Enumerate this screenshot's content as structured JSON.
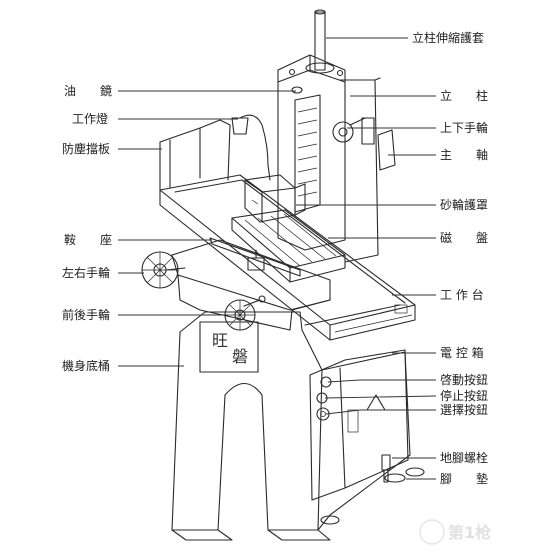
{
  "labels_right": [
    {
      "id": "column-bellows-cover",
      "text": "立柱伸縮護套"
    },
    {
      "id": "column",
      "text": "立　　柱"
    },
    {
      "id": "updown-handwheel",
      "text": "上下手輪"
    },
    {
      "id": "spindle",
      "text": "主　　軸"
    },
    {
      "id": "wheel-guard",
      "text": "砂輪護罩"
    },
    {
      "id": "magnetic-chuck",
      "text": "磁　　盤"
    },
    {
      "id": "worktable",
      "text": "工 作 台"
    },
    {
      "id": "electric-box",
      "text": "電 控 箱"
    },
    {
      "id": "start-button",
      "text": "啓動按鈕"
    },
    {
      "id": "stop-button",
      "text": "停止按鈕"
    },
    {
      "id": "select-button",
      "text": "選擇按鈕"
    },
    {
      "id": "anchor-bolt",
      "text": "地腳螺栓"
    },
    {
      "id": "foot-pad",
      "text": "腳　　墊"
    }
  ],
  "labels_left": [
    {
      "id": "oil-gauge",
      "text": "油　　鏡"
    },
    {
      "id": "work-lamp",
      "text": "工作燈"
    },
    {
      "id": "splash-guard",
      "text": "防塵擋板"
    },
    {
      "id": "saddle",
      "text": "鞍　　座"
    },
    {
      "id": "leftright-handwheel",
      "text": "左右手輪"
    },
    {
      "id": "frontback-handwheel",
      "text": "前後手輪"
    },
    {
      "id": "base",
      "text": "機身底桶"
    }
  ],
  "machine_badge": {
    "line1": "旺",
    "line2": "磐"
  },
  "watermark": "第1枪"
}
